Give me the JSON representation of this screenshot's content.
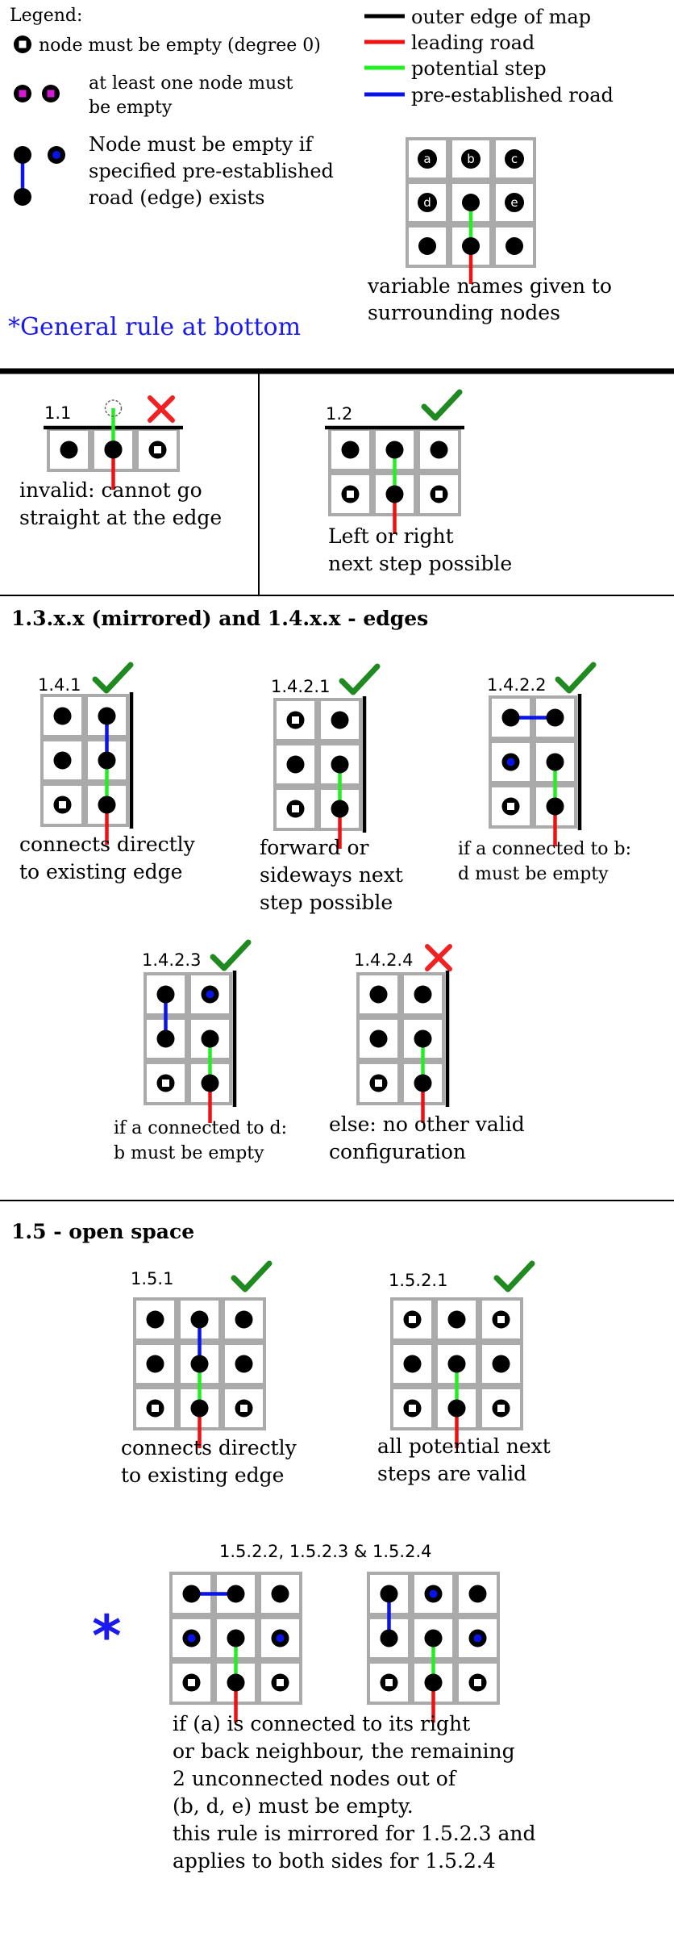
{
  "colors": {
    "outer_edge": "#000000",
    "leading_road": "#ee1111",
    "potential_step": "#22ee22",
    "pre_established_road": "#0b14e8",
    "check": "#1f8a1f",
    "cross": "#ee2222",
    "must_be_empty_pair": "#d41ad4",
    "general_rule_text": "#1a1aee",
    "cell_border": "#aaaaaa",
    "cell_fill": "#ffffff"
  },
  "legend": {
    "title": "Legend:",
    "items": [
      {
        "icon": "empty-node",
        "text": "node must be empty (degree 0)"
      },
      {
        "icon": "magenta-pair",
        "text_lines": [
          "at least one node must",
          "be empty"
        ]
      },
      {
        "icon": "blue-edge-empty-node",
        "text_lines": [
          "Node must be empty if",
          "specified pre-established",
          "road (edge) exists"
        ]
      }
    ],
    "line_keys": [
      {
        "color_key": "outer_edge",
        "text": "outer edge of map"
      },
      {
        "color_key": "leading_road",
        "text": "leading road"
      },
      {
        "color_key": "potential_step",
        "text": "potential step"
      },
      {
        "color_key": "pre_established_road",
        "text": "pre-established road"
      }
    ],
    "variable_grid_letters": [
      "a",
      "b",
      "c",
      "d",
      "e"
    ],
    "variable_caption": [
      "variable names given to",
      "surrounding nodes"
    ],
    "general_rule_note": "*General rule at bottom"
  },
  "sections": {
    "s13_14": "1.3.x.x (mirrored) and 1.4.x.x - edges",
    "s15": "1.5 - open space"
  },
  "diagrams": {
    "d11": {
      "label": "1.1",
      "status": "cross",
      "caption": [
        "invalid: cannot go",
        "straight at the edge"
      ]
    },
    "d12": {
      "label": "1.2",
      "status": "check",
      "caption": [
        "Left or right",
        "next step possible"
      ]
    },
    "d141": {
      "label": "1.4.1",
      "status": "check",
      "caption": [
        "connects directly",
        "to existing edge"
      ]
    },
    "d1421": {
      "label": "1.4.2.1",
      "status": "check",
      "caption": [
        "forward or",
        "sideways next",
        "step possible"
      ]
    },
    "d1422": {
      "label": "1.4.2.2",
      "status": "check",
      "caption": [
        "if a connected to b:",
        "d must be empty"
      ]
    },
    "d1423": {
      "label": "1.4.2.3",
      "status": "check",
      "caption": [
        "if a connected to d:",
        "b must be empty"
      ]
    },
    "d1424": {
      "label": "1.4.2.4",
      "status": "cross",
      "caption": [
        "else: no other valid",
        "configuration"
      ]
    },
    "d151": {
      "label": "1.5.1",
      "status": "check",
      "caption": [
        "connects directly",
        "to existing edge"
      ]
    },
    "d1521": {
      "label": "1.5.2.1",
      "status": "check",
      "caption": [
        "all potential next",
        "steps are valid"
      ]
    },
    "dgen": {
      "label": "1.5.2.2, 1.5.2.3  &  1.5.2.4",
      "asterisk": "*",
      "caption": [
        "if (a) is connected to its right",
        "or back neighbour, the remaining",
        "2 unconnected nodes out of",
        "(b, d, e) must be empty.",
        "this rule is mirrored for 1.5.2.3 and",
        "applies to both sides for 1.5.2.4"
      ]
    }
  }
}
